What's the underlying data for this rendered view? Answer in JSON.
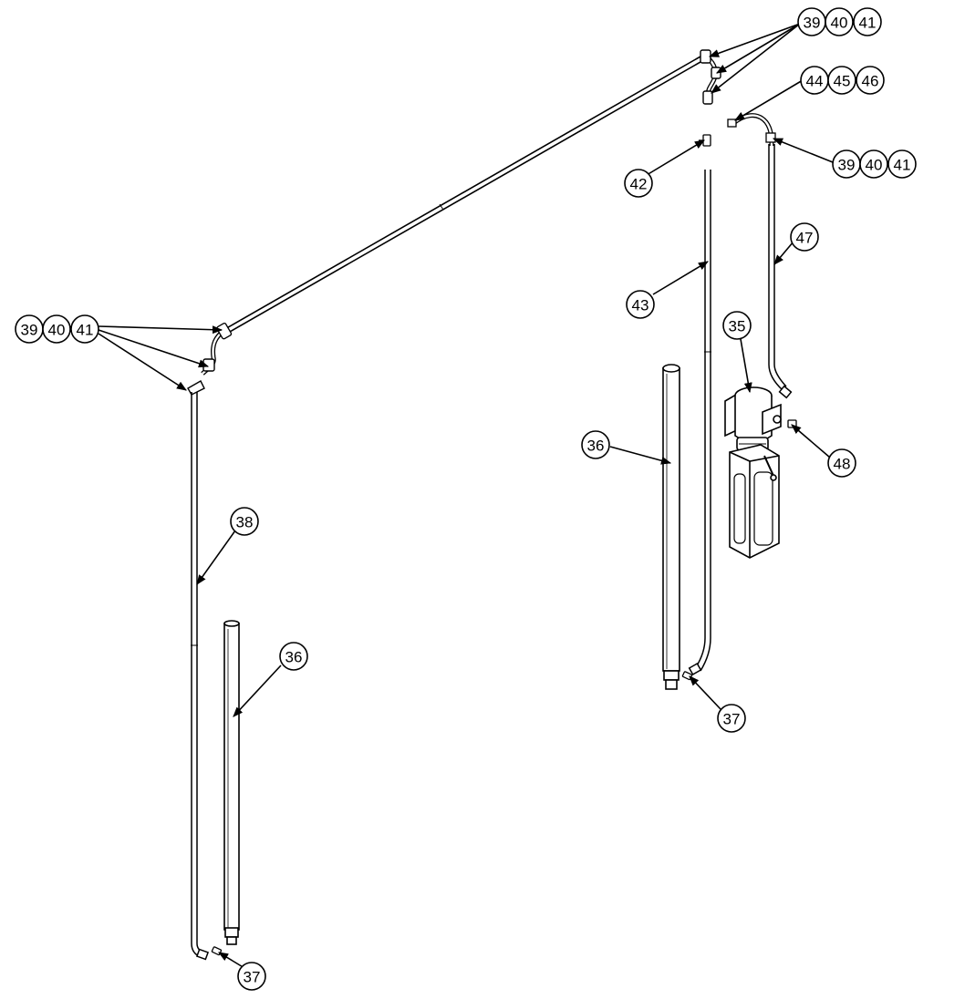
{
  "colors": {
    "ink": "#000000",
    "background": "#ffffff",
    "tube_fill": "#ffffff",
    "shade": "#9a9a9a"
  },
  "callouts": {
    "top_group_1": [
      "39",
      "40",
      "41"
    ],
    "top_group_2": [
      "44",
      "45",
      "46"
    ],
    "right_group": [
      "39",
      "40",
      "41"
    ],
    "left_group": [
      "39",
      "40",
      "41"
    ],
    "balloon_42": "42",
    "balloon_47": "47",
    "balloon_43": "43",
    "balloon_35": "35",
    "balloon_36_right": "36",
    "balloon_48": "48",
    "balloon_38": "38",
    "balloon_36_left": "36",
    "balloon_37_right": "37",
    "balloon_37_left": "37"
  }
}
